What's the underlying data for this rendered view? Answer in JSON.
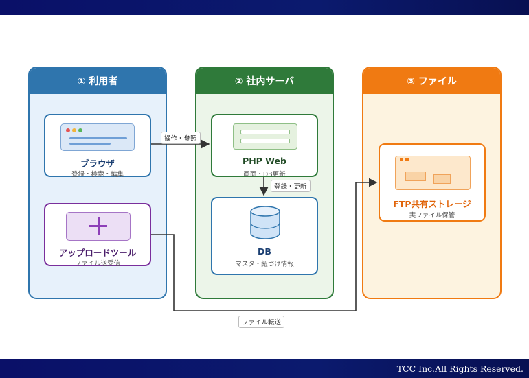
{
  "columns": {
    "user": {
      "title": "① 利用者"
    },
    "server": {
      "title": "② 社内サーバ"
    },
    "file": {
      "title": "③ ファイル"
    }
  },
  "nodes": {
    "browser": {
      "title": "ブラウザ",
      "subtitle": "登録・検索・編集"
    },
    "upload_tool": {
      "title": "アップロードツール",
      "subtitle": "ファイル送受信"
    },
    "php_web": {
      "title": "PHP Web",
      "subtitle": "画面・DB更新"
    },
    "db": {
      "title": "DB",
      "subtitle": "マスタ・紐づけ情報"
    },
    "ftp_storage": {
      "title": "FTP共有ストレージ",
      "subtitle": "実ファイル保管"
    }
  },
  "edges": {
    "browser_to_php": {
      "label": "操作・参照"
    },
    "php_to_db": {
      "label": "登録・更新"
    },
    "upload_to_ftp": {
      "label": "ファイル転送"
    }
  },
  "footer": {
    "copyright": "TCC Inc.All Rights Reserved."
  },
  "colors": {
    "header_bar": "#0b1a6e",
    "user_accent": "#2f75ad",
    "server_accent": "#2f7a3a",
    "file_accent": "#f07a12",
    "upload_accent": "#7a2f9c"
  }
}
